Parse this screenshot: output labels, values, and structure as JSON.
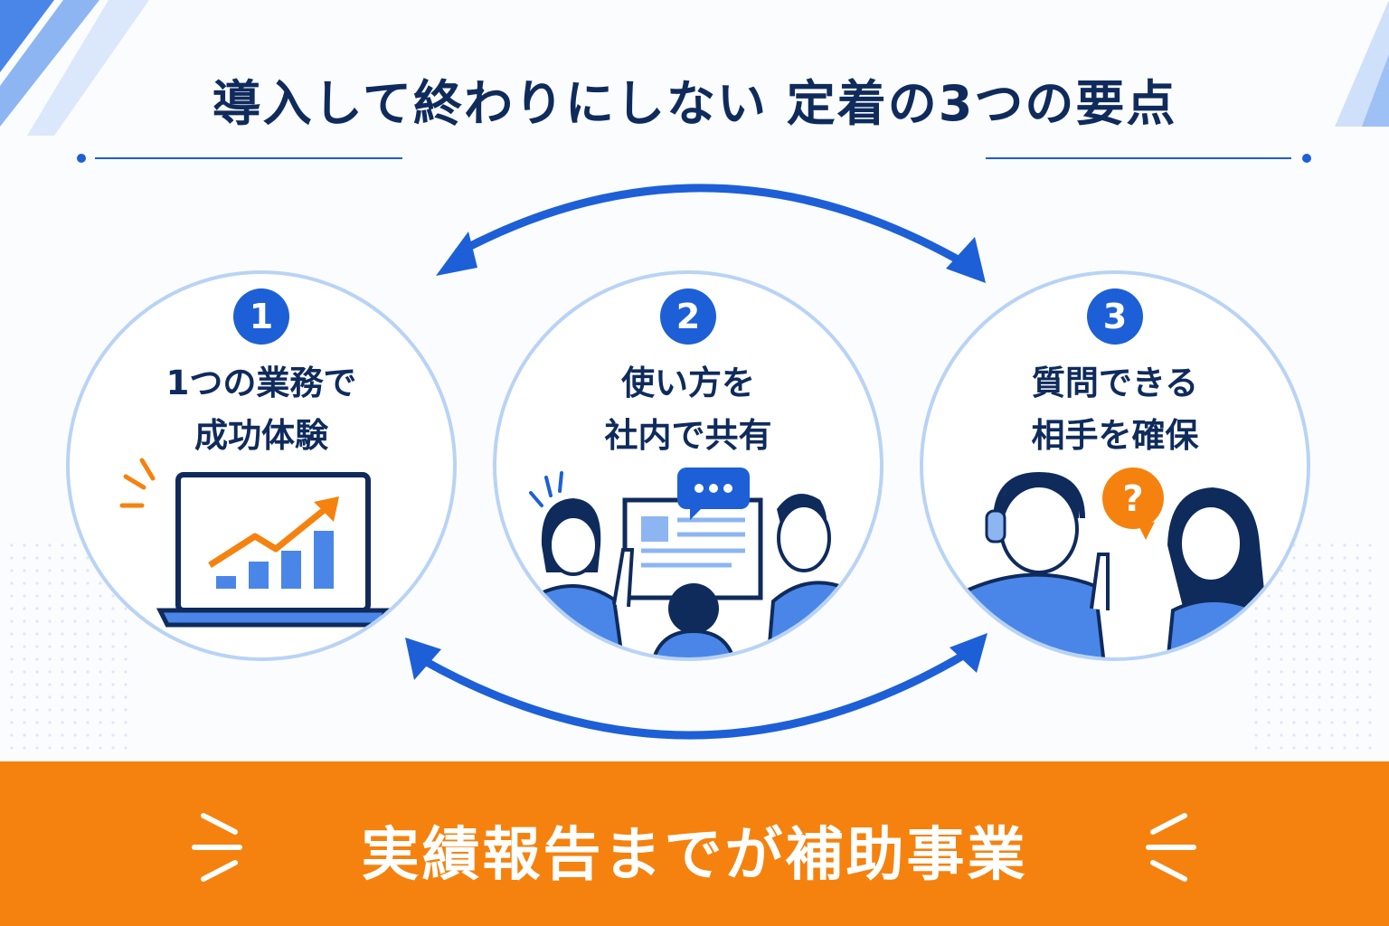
{
  "title": "導入して終わりにしない 定着の3つの要点",
  "steps": [
    {
      "number": "1",
      "line1": "1つの業務で",
      "line2": "成功体験"
    },
    {
      "number": "2",
      "line1": "使い方を",
      "line2": "社内で共有"
    },
    {
      "number": "3",
      "line1": "質問できる",
      "line2": "相手を確保"
    }
  ],
  "footer": {
    "text": "実績報告までが補助事業"
  },
  "icons": {
    "step1": "laptop-growth-chart-icon",
    "step2": "team-sharing-screen-icon",
    "step3": "support-headset-question-icon"
  },
  "colors": {
    "primary": "#1d5fd6",
    "navy": "#0f2b5c",
    "accent": "#f5820e",
    "ring": "#b9d3f5"
  }
}
